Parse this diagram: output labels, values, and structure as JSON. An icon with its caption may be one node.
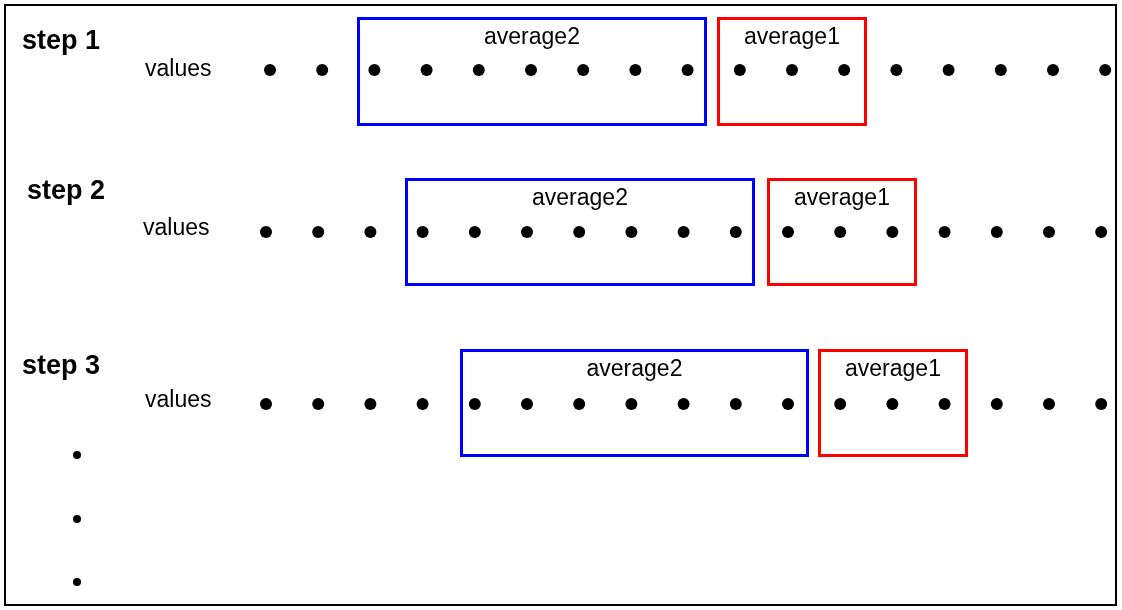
{
  "diagram": {
    "nodes": [
      {
        "text": [
          "average2"
        ]
      },
      {
        "text": [
          "average1"
        ]
      },
      {
        "text": [
          "average2"
        ]
      },
      {
        "text": [
          "average1"
        ]
      },
      {
        "text": [
          "average2"
        ]
      },
      {
        "text": [
          "average1"
        ]
      }
    ],
    "labels": [
      "step 1",
      "values",
      "step 2",
      "values",
      "step 3",
      "values"
    ]
  }
}
